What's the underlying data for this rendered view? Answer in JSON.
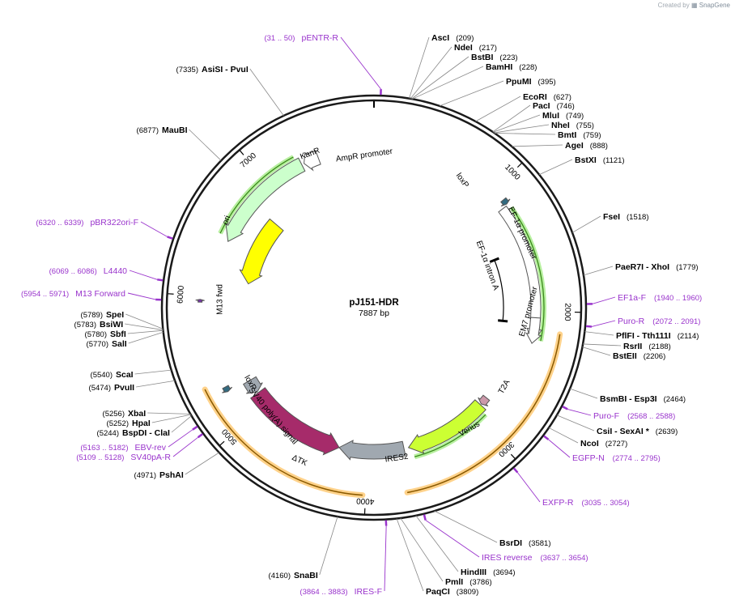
{
  "watermark": {
    "prefix": "Created by",
    "brand": "SnapGene"
  },
  "plasmid": {
    "name": "pJ151-HDR",
    "size_label": "7887 bp",
    "length": 7887
  },
  "colors": {
    "backbone": "#1a1a1a",
    "enzyme_line": "#888888",
    "primer": "#9933cc",
    "feature_highlight_green": "#b8f0a0",
    "feature_highlight_orange": "#ffd28a",
    "kanr": "#ccffcc",
    "ori": "#ffff00",
    "ires": "#a0a8b0",
    "dtk": "#a62b6a",
    "venus": "#ccff33",
    "t2a": "#cc99aa",
    "loxp": "#336b80",
    "promoter_white": "#ffffff"
  },
  "ticks": [
    {
      "label": "1000",
      "bp": 1000
    },
    {
      "label": "2000",
      "bp": 2000
    },
    {
      "label": "3000",
      "bp": 3000
    },
    {
      "label": "4000",
      "bp": 4000
    },
    {
      "label": "5000",
      "bp": 5000
    },
    {
      "label": "6000",
      "bp": 6000
    },
    {
      "label": "7000",
      "bp": 7000
    }
  ],
  "features": [
    {
      "label": "KanR",
      "type": "cds",
      "start": 6450,
      "end": 7300,
      "direction": "reverse",
      "color": "#ccffcc",
      "highlight": "green"
    },
    {
      "label": "AmpR promoter",
      "type": "promoter",
      "start": 7320,
      "end": 7440,
      "direction": "reverse",
      "color": "#ffffff"
    },
    {
      "label": "ori",
      "type": "origin",
      "start": 6150,
      "end": 6800,
      "direction": "reverse",
      "color": "#ffff00"
    },
    {
      "label": "loxP",
      "type": "site",
      "start": 1100,
      "end": 1140,
      "direction": "forward",
      "color": "#336b80"
    },
    {
      "label": "EF-1α promoter",
      "type": "promoter",
      "start": 1150,
      "end": 2250,
      "direction": "forward",
      "color": "#ffffff",
      "highlight": "green"
    },
    {
      "label": "EF-1α intron A",
      "type": "intron",
      "start": 1500,
      "end": 2100,
      "direction": "forward"
    },
    {
      "label": "EM7 promoter",
      "type": "promoter",
      "start": 2050,
      "end": 2250,
      "direction": "forward"
    },
    {
      "label": "T2A",
      "type": "cds",
      "start": 2820,
      "end": 2890,
      "direction": "forward",
      "color": "#cc99aa"
    },
    {
      "label": "Venus",
      "type": "cds",
      "start": 2900,
      "end": 3640,
      "direction": "forward",
      "color": "#ccff33",
      "highlight": "green"
    },
    {
      "label": "IRES2",
      "type": "misc",
      "start": 3680,
      "end": 4250,
      "direction": "forward",
      "color": "#a0a8b0"
    },
    {
      "label": "ΔTK",
      "type": "cds",
      "start": 4250,
      "end": 5120,
      "direction": "reverse",
      "color": "#a62b6a"
    },
    {
      "label": "SV40 poly(A) signal",
      "type": "terminator",
      "start": 5130,
      "end": 5250,
      "direction": "reverse",
      "color": "#a0a8b0"
    },
    {
      "label": "loxP",
      "type": "site",
      "start": 5260,
      "end": 5300,
      "direction": "reverse",
      "color": "#336b80"
    },
    {
      "label": "M13 fwd",
      "type": "primer_bind",
      "start": 5955,
      "end": 5975,
      "direction": "forward",
      "color": "#7733aa"
    }
  ],
  "highlight_bands": [
    {
      "start": 2150,
      "end": 3720,
      "color": "orange"
    },
    {
      "start": 4020,
      "end": 5350,
      "color": "orange"
    }
  ],
  "enzymes": [
    {
      "name": "AscI",
      "pos": "(209)",
      "bp": 209
    },
    {
      "name": "NdeI",
      "pos": "(217)",
      "bp": 217
    },
    {
      "name": "BstBI",
      "pos": "(223)",
      "bp": 223
    },
    {
      "name": "BamHI",
      "pos": "(228)",
      "bp": 228
    },
    {
      "name": "PpuMI",
      "pos": "(395)",
      "bp": 395
    },
    {
      "name": "EcoRI",
      "pos": "(627)",
      "bp": 627
    },
    {
      "name": "PacI",
      "pos": "(746)",
      "bp": 746
    },
    {
      "name": "MluI",
      "pos": "(749)",
      "bp": 749
    },
    {
      "name": "NheI",
      "pos": "(755)",
      "bp": 755
    },
    {
      "name": "BmtI",
      "pos": "(759)",
      "bp": 759
    },
    {
      "name": "AgeI",
      "pos": "(888)",
      "bp": 888
    },
    {
      "name": "BstXI",
      "pos": "(1121)",
      "bp": 1121
    },
    {
      "name": "FseI",
      "pos": "(1518)",
      "bp": 1518
    },
    {
      "name": "PaeR7I - XhoI",
      "pos": "(1779)",
      "bp": 1779
    },
    {
      "name": "PflFI - Tth111I",
      "pos": "(2114)",
      "bp": 2114
    },
    {
      "name": "RsrII",
      "pos": "(2188)",
      "bp": 2188
    },
    {
      "name": "BstEII",
      "pos": "(2206)",
      "bp": 2206
    },
    {
      "name": "BsmBI - Esp3I",
      "pos": "(2464)",
      "bp": 2464
    },
    {
      "name": "CsiI - SexAI *",
      "pos": "(2639)",
      "bp": 2639
    },
    {
      "name": "NcoI",
      "pos": "(2727)",
      "bp": 2727
    },
    {
      "name": "BsrDI",
      "pos": "(3581)",
      "bp": 3581
    },
    {
      "name": "HindIII",
      "pos": "(3694)",
      "bp": 3694
    },
    {
      "name": "PmlI",
      "pos": "(3786)",
      "bp": 3786
    },
    {
      "name": "PaqCI",
      "pos": "(3809)",
      "bp": 3809
    },
    {
      "name": "SnaBI",
      "pos": "(4160)",
      "bp": 4160
    },
    {
      "name": "PshAI",
      "pos": "(4971)",
      "bp": 4971
    },
    {
      "name": "BspDI - ClaI",
      "pos": "(5244)",
      "bp": 5244
    },
    {
      "name": "HpaI",
      "pos": "(5252)",
      "bp": 5252
    },
    {
      "name": "XbaI",
      "pos": "(5256)",
      "bp": 5256
    },
    {
      "name": "PvuII",
      "pos": "(5474)",
      "bp": 5474
    },
    {
      "name": "ScaI",
      "pos": "(5540)",
      "bp": 5540
    },
    {
      "name": "SalI",
      "pos": "(5770)",
      "bp": 5770
    },
    {
      "name": "SbfI",
      "pos": "(5780)",
      "bp": 5780
    },
    {
      "name": "BsiWI",
      "pos": "(5783)",
      "bp": 5783
    },
    {
      "name": "SpeI",
      "pos": "(5789)",
      "bp": 5789
    },
    {
      "name": "MauBI",
      "pos": "(6877)",
      "bp": 6877
    },
    {
      "name": "AsiSI - PvuI",
      "pos": "(7335)",
      "bp": 7335
    }
  ],
  "primers": [
    {
      "name": "pENTR-R",
      "pos": "(31 .. 50)",
      "bp": 40
    },
    {
      "name": "EF1a-F",
      "pos": "(1940 .. 1960)",
      "bp": 1950
    },
    {
      "name": "Puro-R",
      "pos": "(2072 .. 2091)",
      "bp": 2081
    },
    {
      "name": "Puro-F",
      "pos": "(2568 .. 2588)",
      "bp": 2578
    },
    {
      "name": "EGFP-N",
      "pos": "(2774 .. 2795)",
      "bp": 2784
    },
    {
      "name": "EXFP-R",
      "pos": "(3035 .. 3054)",
      "bp": 3044
    },
    {
      "name": "IRES reverse",
      "pos": "(3637 .. 3654)",
      "bp": 3645
    },
    {
      "name": "IRES-F",
      "pos": "(3864 .. 3883)",
      "bp": 3873
    },
    {
      "name": "EBV-rev",
      "pos": "(5163 .. 5182)",
      "bp": 5172
    },
    {
      "name": "SV40pA-R",
      "pos": "(5109 .. 5128)",
      "bp": 5118
    },
    {
      "name": "M13 Forward",
      "pos": "(5954 .. 5971)",
      "bp": 5962
    },
    {
      "name": "L4440",
      "pos": "(6069 .. 6086)",
      "bp": 6077
    },
    {
      "name": "pBR322ori-F",
      "pos": "(6320 .. 6339)",
      "bp": 6330
    }
  ]
}
